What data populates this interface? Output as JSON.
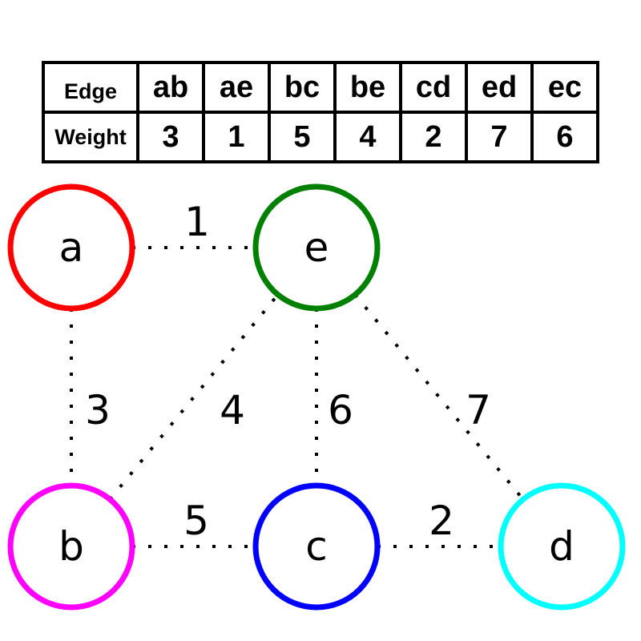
{
  "table": {
    "edge_header": "Edge",
    "weight_header": "Weight",
    "columns": [
      {
        "edge": "ab",
        "weight": "3"
      },
      {
        "edge": "ae",
        "weight": "1"
      },
      {
        "edge": "bc",
        "weight": "5"
      },
      {
        "edge": "be",
        "weight": "4"
      },
      {
        "edge": "cd",
        "weight": "2"
      },
      {
        "edge": "ed",
        "weight": "7"
      },
      {
        "edge": "ec",
        "weight": "6"
      }
    ]
  },
  "graph": {
    "nodes": [
      {
        "id": "a",
        "label": "a",
        "color": "#ff0000"
      },
      {
        "id": "e",
        "label": "e",
        "color": "#008000"
      },
      {
        "id": "b",
        "label": "b",
        "color": "#ff00ff"
      },
      {
        "id": "c",
        "label": "c",
        "color": "#0000ff"
      },
      {
        "id": "d",
        "label": "d",
        "color": "#00ffff"
      }
    ],
    "edges": [
      {
        "id": "ae",
        "from": "a",
        "to": "e",
        "weight": "1"
      },
      {
        "id": "ab",
        "from": "a",
        "to": "b",
        "weight": "3"
      },
      {
        "id": "be",
        "from": "b",
        "to": "e",
        "weight": "4"
      },
      {
        "id": "ec",
        "from": "e",
        "to": "c",
        "weight": "6"
      },
      {
        "id": "ed",
        "from": "e",
        "to": "d",
        "weight": "7"
      },
      {
        "id": "bc",
        "from": "b",
        "to": "c",
        "weight": "5"
      },
      {
        "id": "cd",
        "from": "c",
        "to": "d",
        "weight": "2"
      }
    ],
    "edge_style": "dotted",
    "edge_color": "#000000"
  }
}
